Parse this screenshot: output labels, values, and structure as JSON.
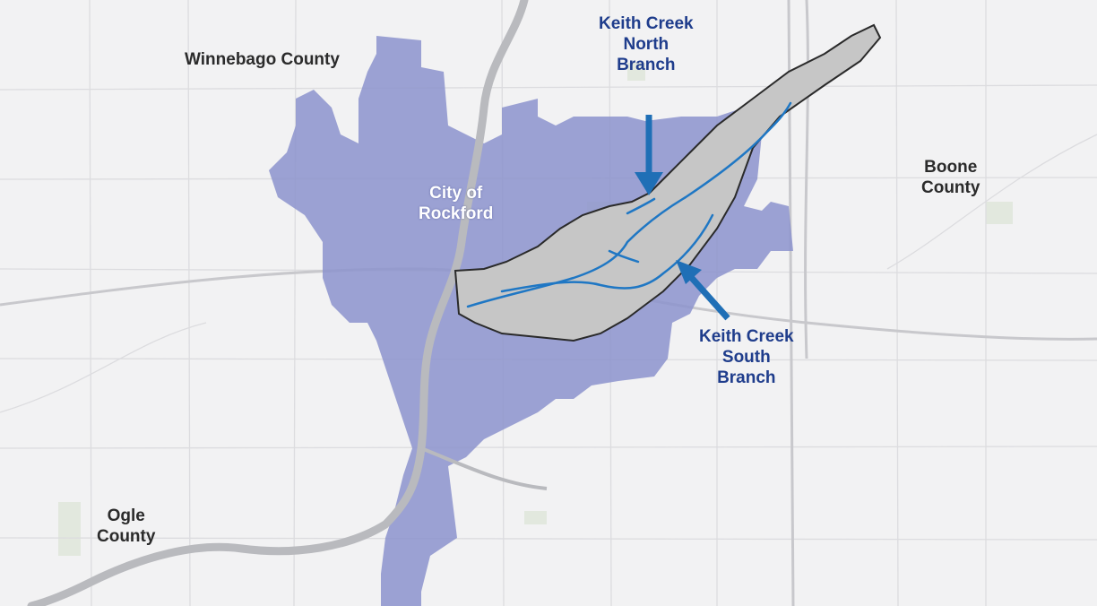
{
  "colors": {
    "background": "#f2f2f3",
    "road": "#dcdcdf",
    "highway": "#c8c8cc",
    "river": "#b9babe",
    "park": "#e2e8de",
    "city": "#8c93cc",
    "watershed_fill": "#c6c6c6",
    "watershed_outline": "#2a2a2a",
    "stream": "#1f77c4",
    "arrow": "#1f6fb6",
    "label_blue": "#1f3d8c",
    "label_dark": "#2b2b2b",
    "label_white": "#ffffff"
  },
  "labels": {
    "winnebago_county": "Winnebago County",
    "boone_county": [
      "Boone",
      "County"
    ],
    "ogle_county": [
      "Ogle",
      "County"
    ],
    "city_of_rockford": [
      "City of",
      "Rockford"
    ],
    "keith_creek_north_branch": [
      "Keith Creek",
      "North",
      "Branch"
    ],
    "keith_creek_south_branch": [
      "Keith Creek",
      "South",
      "Branch"
    ]
  },
  "icons": {
    "north_branch_pointer": "arrow-down-icon",
    "south_branch_pointer": "arrow-up-left-icon"
  }
}
